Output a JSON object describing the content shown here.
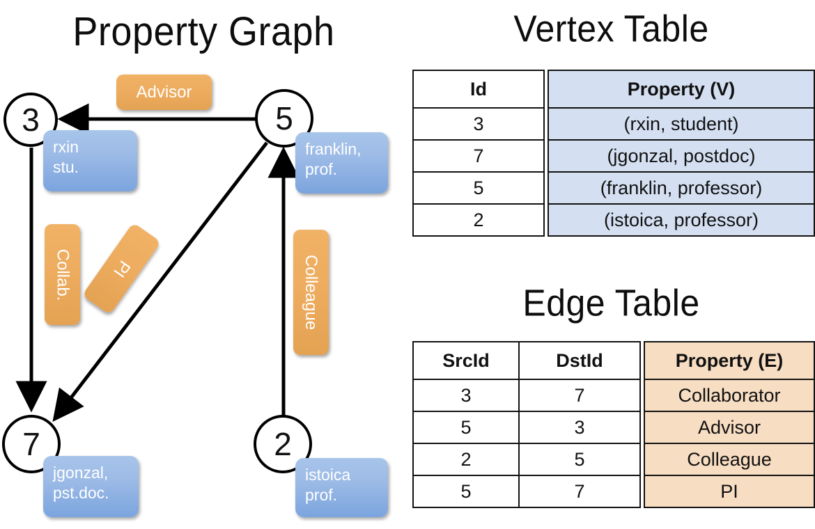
{
  "titles": {
    "property_graph": "Property Graph",
    "vertex_table": "Vertex Table",
    "edge_table": "Edge Table"
  },
  "graph": {
    "nodes": [
      {
        "id": "3",
        "label": "3",
        "property_lines": [
          "rxin",
          "stu."
        ]
      },
      {
        "id": "5",
        "label": "5",
        "property_lines": [
          "franklin,",
          "prof."
        ]
      },
      {
        "id": "7",
        "label": "7",
        "property_lines": [
          "jgonzal,",
          "pst.doc."
        ]
      },
      {
        "id": "2",
        "label": "2",
        "property_lines": [
          "istoica",
          "prof."
        ]
      }
    ],
    "edge_labels": [
      {
        "name": "advisor",
        "text": "Advisor",
        "orientation": "horizontal"
      },
      {
        "name": "collab",
        "text": "Collab.",
        "orientation": "vertical"
      },
      {
        "name": "pi",
        "text": "PI",
        "orientation": "diagonal"
      },
      {
        "name": "colleague",
        "text": "Colleague",
        "orientation": "vertical"
      }
    ],
    "edges": [
      {
        "src": "5",
        "dst": "3",
        "label": "Advisor"
      },
      {
        "src": "3",
        "dst": "7",
        "label": "Collab."
      },
      {
        "src": "5",
        "dst": "7",
        "label": "PI"
      },
      {
        "src": "2",
        "dst": "5",
        "label": "Colleague"
      }
    ]
  },
  "vertex_table": {
    "headers": [
      "Id",
      "Property (V)"
    ],
    "rows": [
      {
        "id": "3",
        "property": "(rxin, student)"
      },
      {
        "id": "7",
        "property": "(jgonzal, postdoc)"
      },
      {
        "id": "5",
        "property": "(franklin, professor)"
      },
      {
        "id": "2",
        "property": "(istoica, professor)"
      }
    ]
  },
  "edge_table": {
    "headers": [
      "SrcId",
      "DstId",
      "Property (E)"
    ],
    "rows": [
      {
        "src": "3",
        "dst": "7",
        "property": "Collaborator"
      },
      {
        "src": "5",
        "dst": "3",
        "property": "Advisor"
      },
      {
        "src": "2",
        "dst": "5",
        "property": "Colleague"
      },
      {
        "src": "5",
        "dst": "7",
        "property": "PI"
      }
    ]
  },
  "colors": {
    "vertex_cell": "#d4e0f2",
    "edge_cell": "#f7ddc2",
    "vertex_bubble": "#9dbbe6",
    "edge_bubble": "#eead60",
    "stroke": "#000000"
  }
}
